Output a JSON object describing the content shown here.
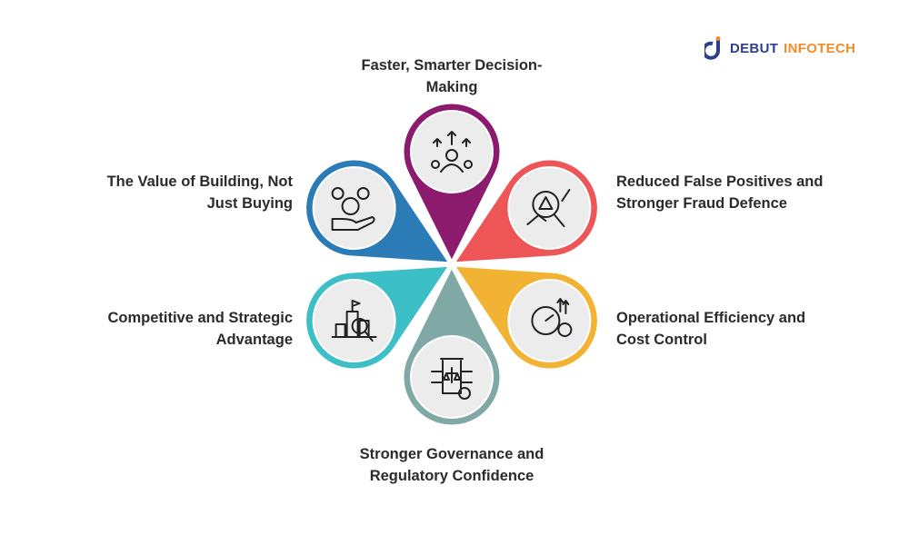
{
  "logo": {
    "text_primary": "DEBUT",
    "text_secondary": "INFOTECH",
    "colors": {
      "primary": "#2d3e8c",
      "secondary": "#f28c28"
    }
  },
  "petals": [
    {
      "id": "decision",
      "label_lines": [
        "Faster, Smarter Decision-",
        "Making"
      ],
      "color": "#8c1b6e",
      "icon": "decision-arrows-people-icon"
    },
    {
      "id": "fraud",
      "label_lines": [
        "Reduced False Positives and",
        "Stronger Fraud Defence"
      ],
      "color": "#ee5556",
      "icon": "alert-magnifier-chart-icon"
    },
    {
      "id": "efficiency",
      "label_lines": [
        "Operational Efficiency and",
        "Cost Control"
      ],
      "color": "#f2b233",
      "icon": "gear-gauge-coins-icon"
    },
    {
      "id": "governance",
      "label_lines": [
        "Stronger Governance and",
        "Regulatory Confidence"
      ],
      "color": "#80a9a6",
      "icon": "scales-circuit-check-icon"
    },
    {
      "id": "competitive",
      "label_lines": [
        "Competitive and Strategic",
        "Advantage"
      ],
      "color": "#3cbfc7",
      "icon": "bar-chart-flag-magnifier-icon"
    },
    {
      "id": "value",
      "label_lines": [
        "The Value of Building, Not",
        "Just Buying"
      ],
      "color": "#2b7bb7",
      "icon": "hand-coins-icon"
    }
  ]
}
